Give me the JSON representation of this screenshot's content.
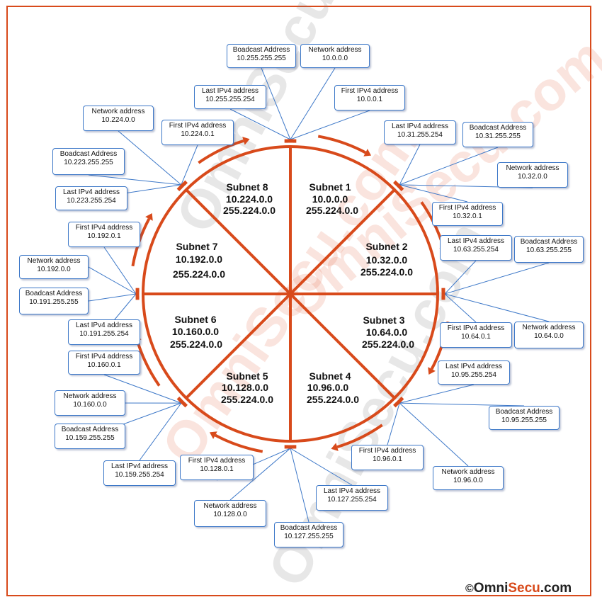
{
  "colors": {
    "ring": "#d84a1b",
    "callout_border": "#3d78c8",
    "text": "#111111"
  },
  "subnets": [
    {
      "title": "Subnet 1",
      "network": "10.0.0.0",
      "mask": "255.224.0.0"
    },
    {
      "title": "Subnet 2",
      "network": "10.32.0.0",
      "mask": "255.224.0.0"
    },
    {
      "title": "Subnet 3",
      "network": "10.64.0.0",
      "mask": "255.224.0.0"
    },
    {
      "title": "Subnet 4",
      "network": "10.96.0.0",
      "mask": "255.224.0.0"
    },
    {
      "title": "Subnet 5",
      "network": "10.128.0.0",
      "mask": "255.224.0.0"
    },
    {
      "title": "Subnet 6",
      "network": "10.160.0.0",
      "mask": "255.224.0.0"
    },
    {
      "title": "Subnet 7",
      "network": "10.192.0.0",
      "mask": "255.224.0.0"
    },
    {
      "title": "Subnet 8",
      "network": "10.224.0.0",
      "mask": "255.224.0.0"
    }
  ],
  "callouts": {
    "b1_broadcast": {
      "label": "Boadcast Address",
      "value": "10.255.255.255"
    },
    "b1_network": {
      "label": "Network address",
      "value": "10.0.0.0"
    },
    "b1_last": {
      "label": "Last IPv4 address",
      "value": "10.255.255.254"
    },
    "b1_first": {
      "label": "First IPv4 address",
      "value": "10.0.0.1"
    },
    "b2_last": {
      "label": "Last IPv4 address",
      "value": "10.31.255.254"
    },
    "b2_broadcast": {
      "label": "Boadcast Address",
      "value": "10.31.255.255"
    },
    "b2_network": {
      "label": "Network address",
      "value": "10.32.0.0"
    },
    "b2_first": {
      "label": "First IPv4 address",
      "value": "10.32.0.1"
    },
    "b3_last": {
      "label": "Last IPv4 address",
      "value": "10.63.255.254"
    },
    "b3_broadcast": {
      "label": "Boadcast Address",
      "value": "10.63.255.255"
    },
    "b3_first": {
      "label": "First IPv4 address",
      "value": "10.64.0.1"
    },
    "b3_network": {
      "label": "Network address",
      "value": "10.64.0.0"
    },
    "b4_last": {
      "label": "Last IPv4 address",
      "value": "10.95.255.254"
    },
    "b4_broadcast": {
      "label": "Boadcast Address",
      "value": "10.95.255.255"
    },
    "b4_first": {
      "label": "First IPv4 address",
      "value": "10.96.0.1"
    },
    "b4_network": {
      "label": "Network address",
      "value": "10.96.0.0"
    },
    "b5_first": {
      "label": "First IPv4 address",
      "value": "10.128.0.1"
    },
    "b5_network": {
      "label": "Network address",
      "value": "10.128.0.0"
    },
    "b5_last": {
      "label": "Last IPv4 address",
      "value": "10.127.255.254"
    },
    "b5_broadcast": {
      "label": "Boadcast Address",
      "value": "10.127.255.255"
    },
    "b6_first": {
      "label": "First IPv4 address",
      "value": "10.160.0.1"
    },
    "b6_network": {
      "label": "Network address",
      "value": "10.160.0.0"
    },
    "b6_broadcast": {
      "label": "Boadcast Address",
      "value": "10.159.255.255"
    },
    "b6_last": {
      "label": "Last IPv4 address",
      "value": "10.159.255.254"
    },
    "b7_first": {
      "label": "First IPv4 address",
      "value": "10.192.0.1"
    },
    "b7_network": {
      "label": "Network address",
      "value": "10.192.0.0"
    },
    "b7_broadcast": {
      "label": "Boadcast Address",
      "value": "10.191.255.255"
    },
    "b7_last": {
      "label": "Last IPv4 address",
      "value": "10.191.255.254"
    },
    "b8_network": {
      "label": "Network address",
      "value": "10.224.0.0"
    },
    "b8_first": {
      "label": "First IPv4 address",
      "value": "10.224.0.1"
    },
    "b8_broadcast": {
      "label": "Boadcast Address",
      "value": "10.223.255.255"
    },
    "b8_last": {
      "label": "Last IPv4 address",
      "value": "10.223.255.254"
    }
  },
  "watermark": "OmniSecu.com",
  "copyright": {
    "symbol": "©",
    "omni": "Omni",
    "secu": "Secu",
    "suffix": ".com"
  }
}
